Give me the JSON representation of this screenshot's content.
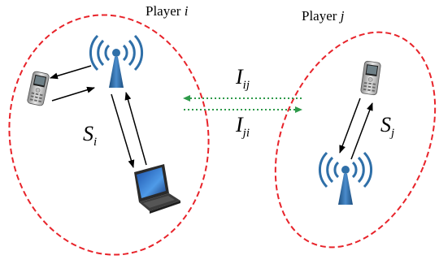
{
  "players": [
    {
      "prefix": "Player ",
      "index": "i",
      "set_symbol": "S",
      "set_sub": "i"
    },
    {
      "prefix": "Player ",
      "index": "j",
      "set_symbol": "S",
      "set_sub": "j"
    }
  ],
  "interference": [
    {
      "symbol": "I",
      "sub": "ij"
    },
    {
      "symbol": "I",
      "sub": "ji"
    }
  ],
  "colors": {
    "region_border": "#e8232a",
    "link_arrow": "#000000",
    "interference_arrow": "#2e9a4a",
    "antenna": "#2f6fa8"
  },
  "icons": [
    "access-point-icon",
    "mobile-phone-icon",
    "laptop-icon"
  ]
}
